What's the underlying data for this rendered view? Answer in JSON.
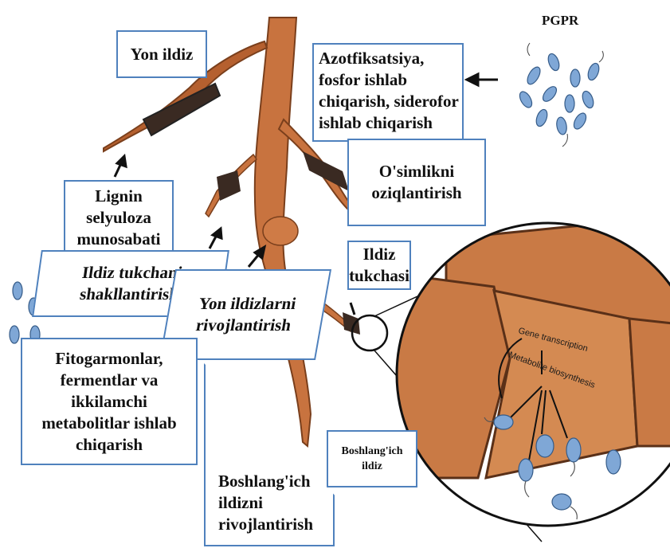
{
  "labels": {
    "pgpr": "PGPR",
    "yon_ildiz": "Yon ildiz",
    "azotfiksatsiya": "Azotfiksatsiya,\nfosfor ishlab\nchiqarish, siderofor\nishlab chiqarish",
    "osimlik": "O'simlikni\noziqlantirish",
    "lignin": "Lignin\nselyuloza\nmunosabati",
    "ildiz_tukchani": "Ildiz tukchani\nshakllantirish",
    "ildiz_tukchasi": "Ildiz\ntukchasi",
    "yon_ildizlarni": "Yon ildizlarni\nrivojlantirish",
    "fitogarmonlar": "Fitogarmonlar,\nfermentlar va\nikkilamchi\nmetabolitlar ishlab\nchiqarish",
    "boshlangich_ildiz": "Boshlang'ich\nildiz",
    "boshlangich_rivoj": "Boshlang'ich\n ildizni\nrivojlantirish"
  },
  "inset": {
    "gene_transcription": "Gene transcription",
    "metabolite_biosynthesis": "Metabolite biosynthesis"
  },
  "colors": {
    "box_border": "#4f81bd",
    "root": "#c8733f",
    "root_dark": "#8a4a22",
    "cell": "#c97a45",
    "bacteria": "#7fa7d6"
  }
}
